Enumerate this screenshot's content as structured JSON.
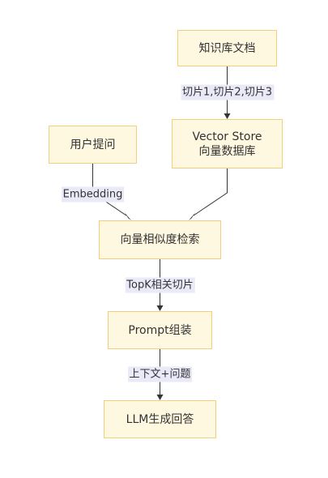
{
  "nodes": {
    "kb_docs": "知识库文档",
    "vector_store": {
      "line1": "Vector Store",
      "line2": "向量数据库"
    },
    "user_question": "用户提问",
    "similarity_search": "向量相似度检索",
    "prompt_assembly": "Prompt组装",
    "llm_answer": "LLM生成回答"
  },
  "edges": {
    "chunks": "切片1,切片2,切片3",
    "embedding": "Embedding",
    "topk": "TopK相关切片",
    "context_question": "上下文+问题"
  },
  "colors": {
    "node_fill": "#fff8e1",
    "node_border": "#f3cf7b",
    "label_bg": "#e9e9f8",
    "line": "#333333"
  }
}
